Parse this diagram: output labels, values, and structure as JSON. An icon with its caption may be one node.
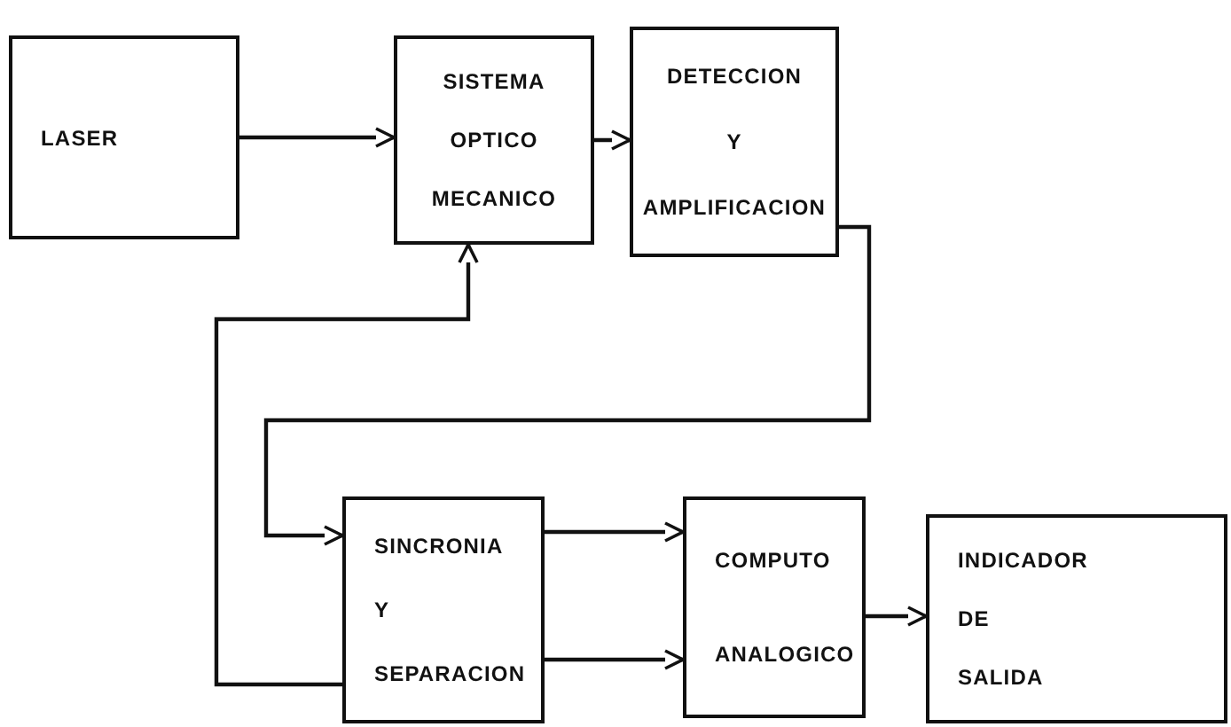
{
  "diagram": {
    "nodes": [
      {
        "text": [
          "LASER"
        ]
      },
      {
        "text": [
          "SISTEMA",
          "OPTICO",
          "MECANICO"
        ]
      },
      {
        "text": [
          "DETECCION",
          "Y",
          "AMPLIFICACION"
        ]
      },
      {
        "text": [
          "SINCRONIA",
          "Y",
          "SEPARACION"
        ]
      },
      {
        "text": [
          "COMPUTO",
          "ANALOGICO"
        ]
      },
      {
        "text": [
          "INDICADOR",
          "DE",
          "SALIDA"
        ]
      }
    ],
    "edges": [
      {
        "from": 0,
        "to": 1,
        "arrow": "to"
      },
      {
        "from": 1,
        "to": 2,
        "arrow": "to"
      },
      {
        "from": 2,
        "to": 3,
        "arrow": "to"
      },
      {
        "from": 3,
        "to": 1,
        "arrow": "to"
      },
      {
        "from": 3,
        "to": 4,
        "arrow": "to"
      },
      {
        "from": 3,
        "to": 4,
        "arrow": "to"
      },
      {
        "from": 4,
        "to": 5,
        "arrow": "to"
      }
    ]
  }
}
